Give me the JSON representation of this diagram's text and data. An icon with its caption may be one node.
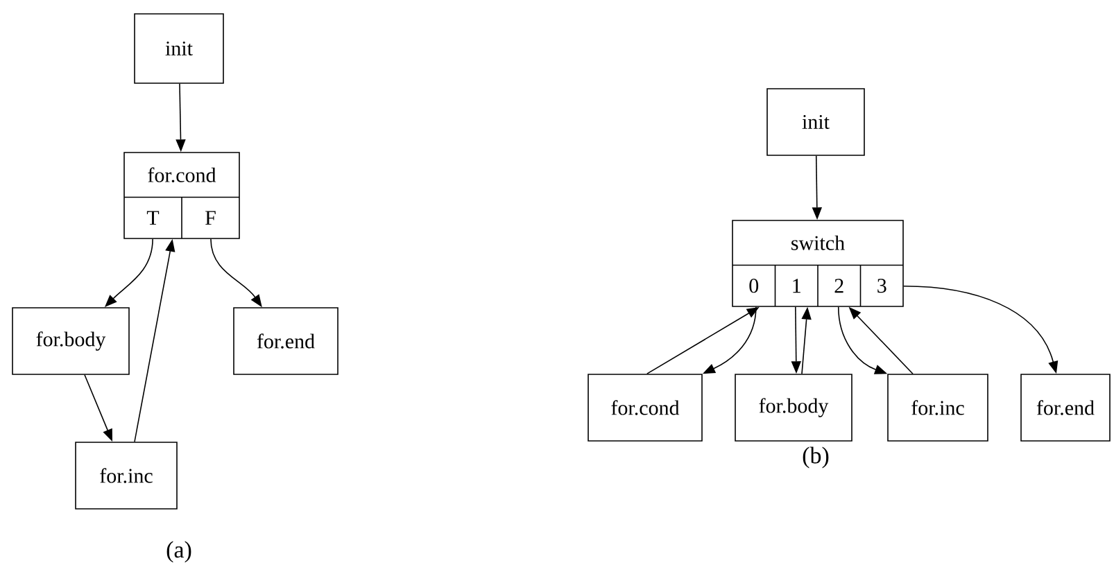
{
  "diagram": {
    "nodes": [
      {
        "text": [
          "init"
        ]
      },
      {
        "text": [
          "for.cond",
          "T",
          "F"
        ]
      },
      {
        "text": [
          "for.body"
        ]
      },
      {
        "text": [
          "for.end"
        ]
      },
      {
        "text": [
          "for.inc"
        ]
      },
      {
        "text": [
          "init"
        ]
      },
      {
        "text": [
          "switch",
          "0",
          "1",
          "2",
          "3"
        ]
      },
      {
        "text": [
          "for.cond"
        ]
      },
      {
        "text": [
          "for.body"
        ]
      },
      {
        "text": [
          "for.inc"
        ]
      },
      {
        "text": [
          "for.end"
        ]
      }
    ],
    "edges": [
      {
        "from": 0,
        "to": 1,
        "arrow": "to"
      },
      {
        "from": 1,
        "to": 2,
        "arrow": "to"
      },
      {
        "from": 1,
        "to": 3,
        "arrow": "to"
      },
      {
        "from": 2,
        "to": 4,
        "arrow": "to"
      },
      {
        "from": 4,
        "to": 1,
        "arrow": "to"
      },
      {
        "from": 5,
        "to": 6,
        "arrow": "to"
      },
      {
        "from": 6,
        "to": 7,
        "arrow": "to"
      },
      {
        "from": 7,
        "to": 6,
        "arrow": "to"
      },
      {
        "from": 6,
        "to": 8,
        "arrow": "to"
      },
      {
        "from": 8,
        "to": 6,
        "arrow": "to"
      },
      {
        "from": 6,
        "to": 9,
        "arrow": "to"
      },
      {
        "from": 9,
        "to": 6,
        "arrow": "to"
      },
      {
        "from": 6,
        "to": 10,
        "arrow": "to"
      }
    ],
    "labels": [
      "(a)",
      "(b)"
    ]
  }
}
